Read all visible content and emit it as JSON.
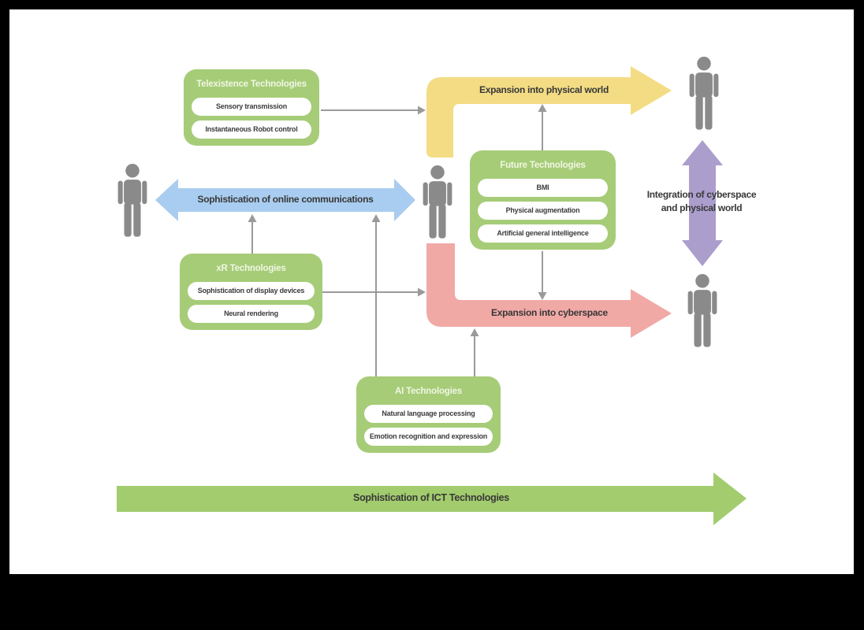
{
  "boxes": [
    {
      "id": "telexistence",
      "title": "Telexistence Technologies",
      "items": [
        "Sensory transmission",
        "Instantaneous Robot control"
      ]
    },
    {
      "id": "xr",
      "title": "xR Technologies",
      "items": [
        "Sophistication of display devices",
        "Neural rendering"
      ]
    },
    {
      "id": "ai",
      "title": "AI Technologies",
      "items": [
        "Natural language processing",
        "Emotion recognition and expression"
      ]
    },
    {
      "id": "future",
      "title": "Future Technologies",
      "items": [
        "BMI",
        "Physical augmentation",
        "Artificial general intelligence"
      ]
    }
  ],
  "labels": {
    "physical": "Expansion into physical world",
    "online": "Sophistication of online communications",
    "cyberspace": "Expansion into cyberspace",
    "integration_line1": "Integration of cyberspace",
    "integration_line2": "and physical world",
    "ict": "Sophistication of ICT Technologies"
  },
  "colors": {
    "box_green": "#a6cc78",
    "arrow_green": "#a2cc6e",
    "arrow_yellow": "#f3dc84",
    "arrow_blue": "#a9cdf0",
    "arrow_pink": "#f1a9a6",
    "arrow_purple": "#ab9ecd",
    "person_gray": "#8a8a8a",
    "connector_gray": "#9a9a9a",
    "text_dark": "#383838",
    "box_title_text": "#f0f6e2",
    "canvas_white": "#ffffff",
    "frame_black": "#000000"
  }
}
